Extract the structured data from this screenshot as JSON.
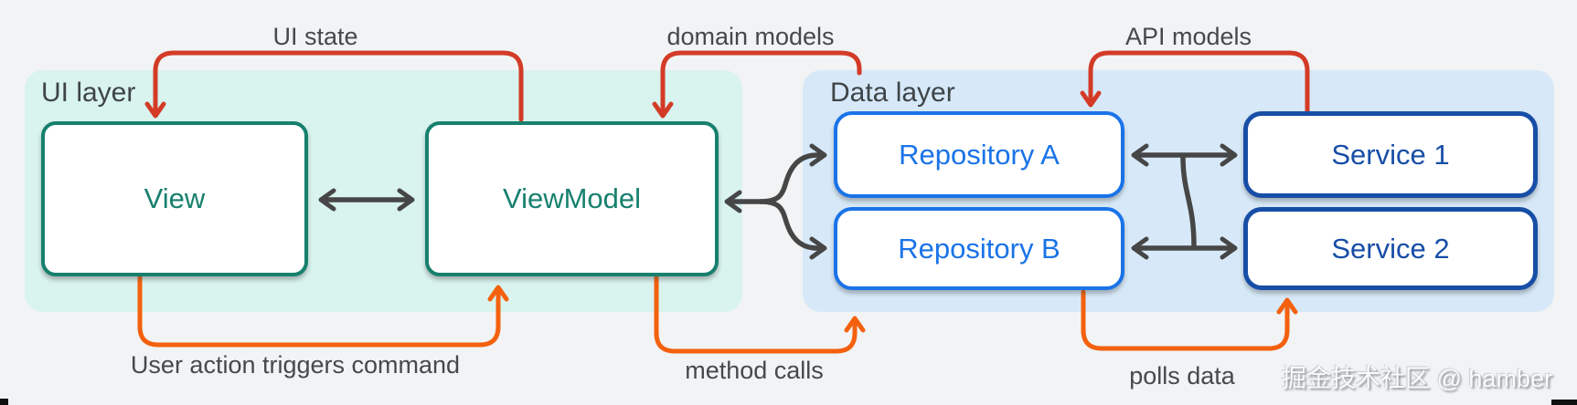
{
  "layers": {
    "ui": {
      "label": "UI layer"
    },
    "data": {
      "label": "Data layer"
    }
  },
  "nodes": {
    "view": {
      "label": "View"
    },
    "viewmodel": {
      "label": "ViewModel"
    },
    "repository_a": {
      "label": "Repository A"
    },
    "repository_b": {
      "label": "Repository B"
    },
    "service_1": {
      "label": "Service 1"
    },
    "service_2": {
      "label": "Service 2"
    }
  },
  "arrows": {
    "ui_state": {
      "label": "UI state"
    },
    "domain_models": {
      "label": "domain models"
    },
    "api_models": {
      "label": "API models"
    },
    "user_action": {
      "label": "User action triggers command"
    },
    "method_calls": {
      "label": "method calls"
    },
    "polls_data": {
      "label": "polls data"
    }
  },
  "watermark": {
    "text": "掘金技术社区 @ hamber"
  },
  "colors": {
    "page-bg": "#f1f3f4",
    "ui-layer-bg": "#d9f3ee",
    "data-layer-bg": "#d7e9f8",
    "teal": "#17806e",
    "blue": "#1a73e8",
    "navy": "#174ea6",
    "red": "#d33b27",
    "orange": "#f4610e",
    "arrow-dark": "#464646",
    "text-gray": "#45494d",
    "watermark": "#fbfbfb"
  }
}
